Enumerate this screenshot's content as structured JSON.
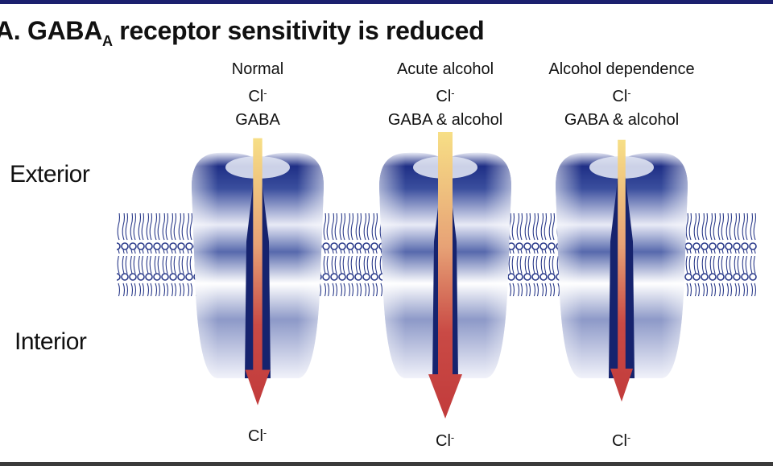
{
  "title": {
    "prefix": "A. GABA",
    "subscript": "A",
    "suffix": " receptor sensitivity is reduced"
  },
  "sides": {
    "exterior": "Exterior",
    "interior": "Interior"
  },
  "ion_symbol": {
    "base": "Cl",
    "charge": "-"
  },
  "channels": [
    {
      "condition": "Normal",
      "agonist": "GABA",
      "arrow_strength": 0.45
    },
    {
      "condition": "Acute alcohol",
      "agonist": "GABA & alcohol",
      "arrow_strength": 1.0
    },
    {
      "condition": "Alcohol dependence",
      "agonist": "GABA & alcohol",
      "arrow_strength": 0.3
    }
  ],
  "colors": {
    "receptor_dark": "#1f2f86",
    "receptor_light": "#f1f2fa",
    "pore": "#16236e",
    "membrane": "#2a3a8a",
    "arrow_top": "#f7df86",
    "arrow_bottom": "#c23b3b"
  }
}
